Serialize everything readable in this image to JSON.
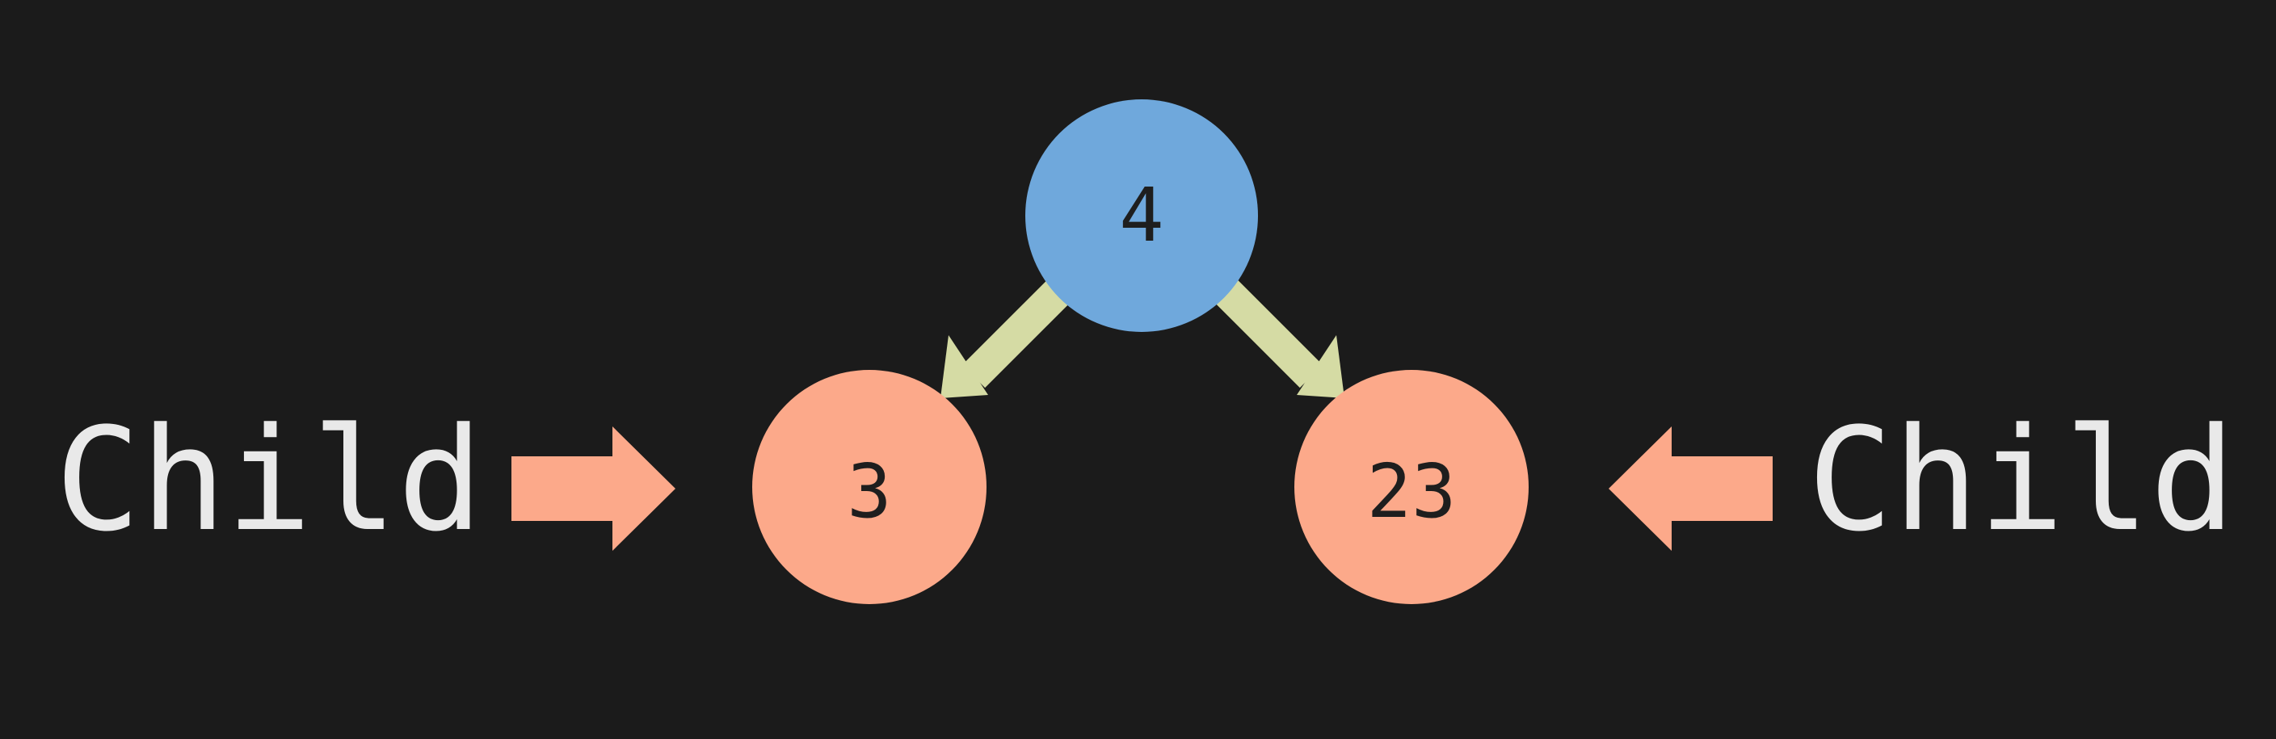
{
  "colors": {
    "background": "#1b1b1b",
    "root_node": "#6fa8dc",
    "child_node": "#fca98a",
    "edge_arrow": "#d5dba4",
    "pointer_arrow": "#fca98a",
    "node_text": "#1e1e1e",
    "label_text": "#e9e9e9"
  },
  "tree": {
    "root": {
      "value": "4"
    },
    "left_child": {
      "value": "3"
    },
    "right_child": {
      "value": "23"
    }
  },
  "labels": {
    "left": "Child",
    "right": "Child"
  },
  "icons": {
    "left_pointer": "arrow-right-icon",
    "right_pointer": "arrow-left-icon"
  }
}
